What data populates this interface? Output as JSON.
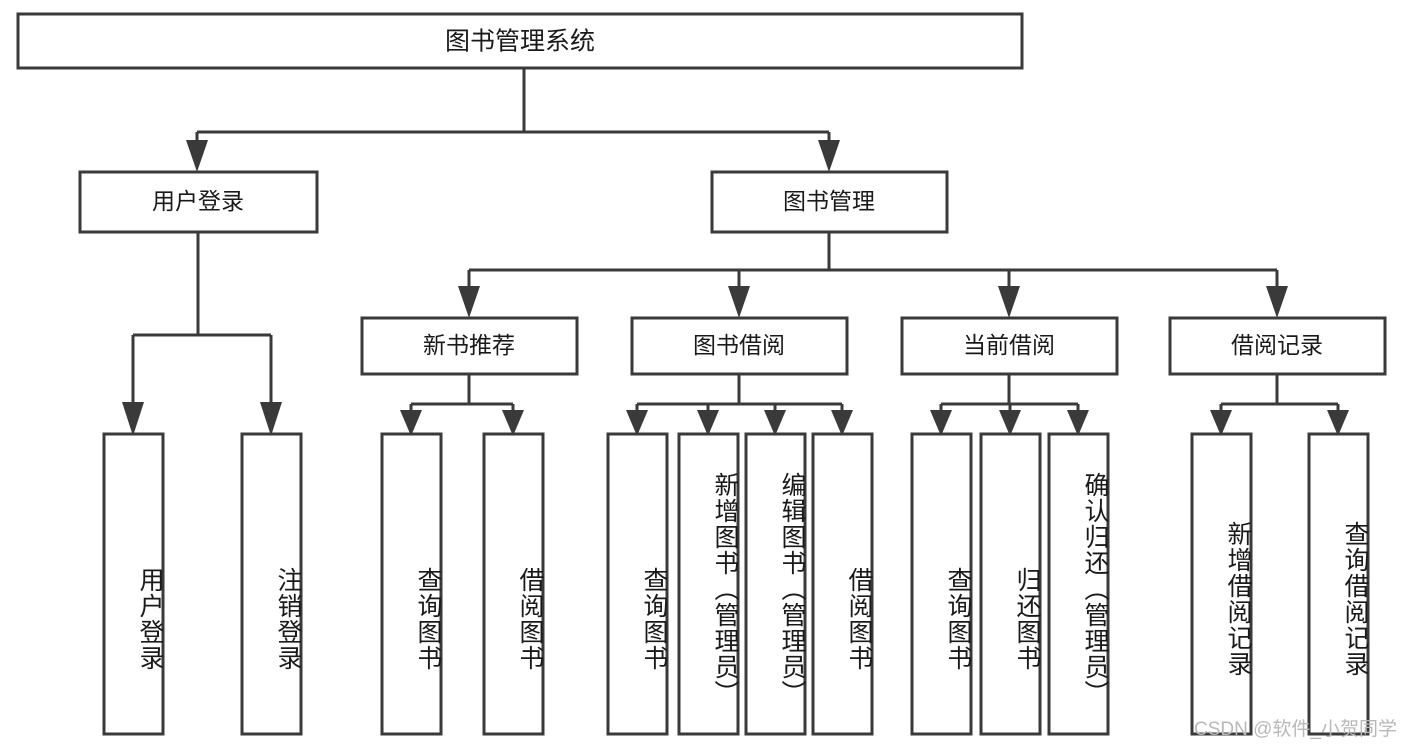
{
  "diagram": {
    "title": "图书管理系统",
    "type": "tree",
    "colors": {
      "stroke": "#3a3a3a",
      "box_fill": "#ffffff",
      "text": "#1a1a1a",
      "background": "#ffffff",
      "watermark": "#b9b9b9"
    },
    "levels": {
      "root": {
        "label": "图书管理系统"
      },
      "level2": [
        {
          "label": "用户登录"
        },
        {
          "label": "图书管理"
        }
      ],
      "level3": [
        {
          "label": "新书推荐"
        },
        {
          "label": "图书借阅"
        },
        {
          "label": "当前借阅"
        },
        {
          "label": "借阅记录"
        }
      ]
    },
    "leaves": {
      "user_login": [
        {
          "label": "用户登录"
        },
        {
          "label": "注销登录"
        }
      ],
      "new_book_recommend": [
        {
          "label": "查询图书"
        },
        {
          "label": "借阅图书"
        }
      ],
      "book_borrow": [
        {
          "label": "查询图书"
        },
        {
          "label": "新增图书（管理员）"
        },
        {
          "label": "编辑图书（管理员）"
        },
        {
          "label": "借阅图书"
        }
      ],
      "current_borrow": [
        {
          "label": "查询图书"
        },
        {
          "label": "归还图书"
        },
        {
          "label": "确认归还（管理员）"
        }
      ],
      "borrow_records": [
        {
          "label": "新增借阅记录"
        },
        {
          "label": "查询借阅记录"
        }
      ]
    }
  },
  "watermark": {
    "text": "CSDN @软件_小贺同学"
  }
}
